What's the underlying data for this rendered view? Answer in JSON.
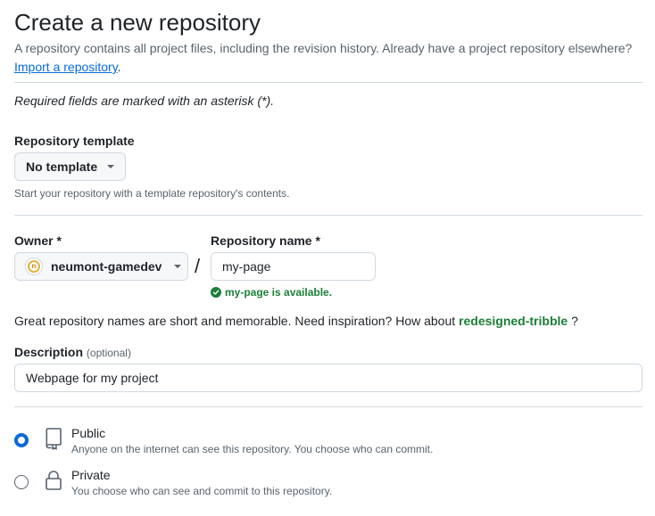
{
  "header": {
    "title": "Create a new repository",
    "subtitle": "A repository contains all project files, including the revision history. Already have a project repository elsewhere?",
    "import_link": "Import a repository",
    "import_suffix": "."
  },
  "required_note": "Required fields are marked with an asterisk (*).",
  "template": {
    "label": "Repository template",
    "value": "No template",
    "hint": "Start your repository with a template repository's contents."
  },
  "owner": {
    "label": "Owner *",
    "value": "neumont-gamedev",
    "avatar_letter": "n"
  },
  "separator": "/",
  "repo_name": {
    "label": "Repository name *",
    "value": "my-page",
    "availability": "my-page is available."
  },
  "suggestion": {
    "prefix": "Great repository names are short and memorable. Need inspiration? How about",
    "name": "redesigned-tribble",
    "suffix": "?"
  },
  "description": {
    "label": "Description",
    "optional": "(optional)",
    "value": "Webpage for my project"
  },
  "visibility": {
    "public": {
      "label": "Public",
      "description": "Anyone on the internet can see this repository. You choose who can commit.",
      "selected": true
    },
    "private": {
      "label": "Private",
      "description": "You choose who can see and commit to this repository.",
      "selected": false
    }
  },
  "colors": {
    "accent": "#0969da",
    "success": "#1a7f37",
    "muted": "#59636e",
    "border": "#d1d9e0",
    "avatar_ring": "#e3b341"
  }
}
